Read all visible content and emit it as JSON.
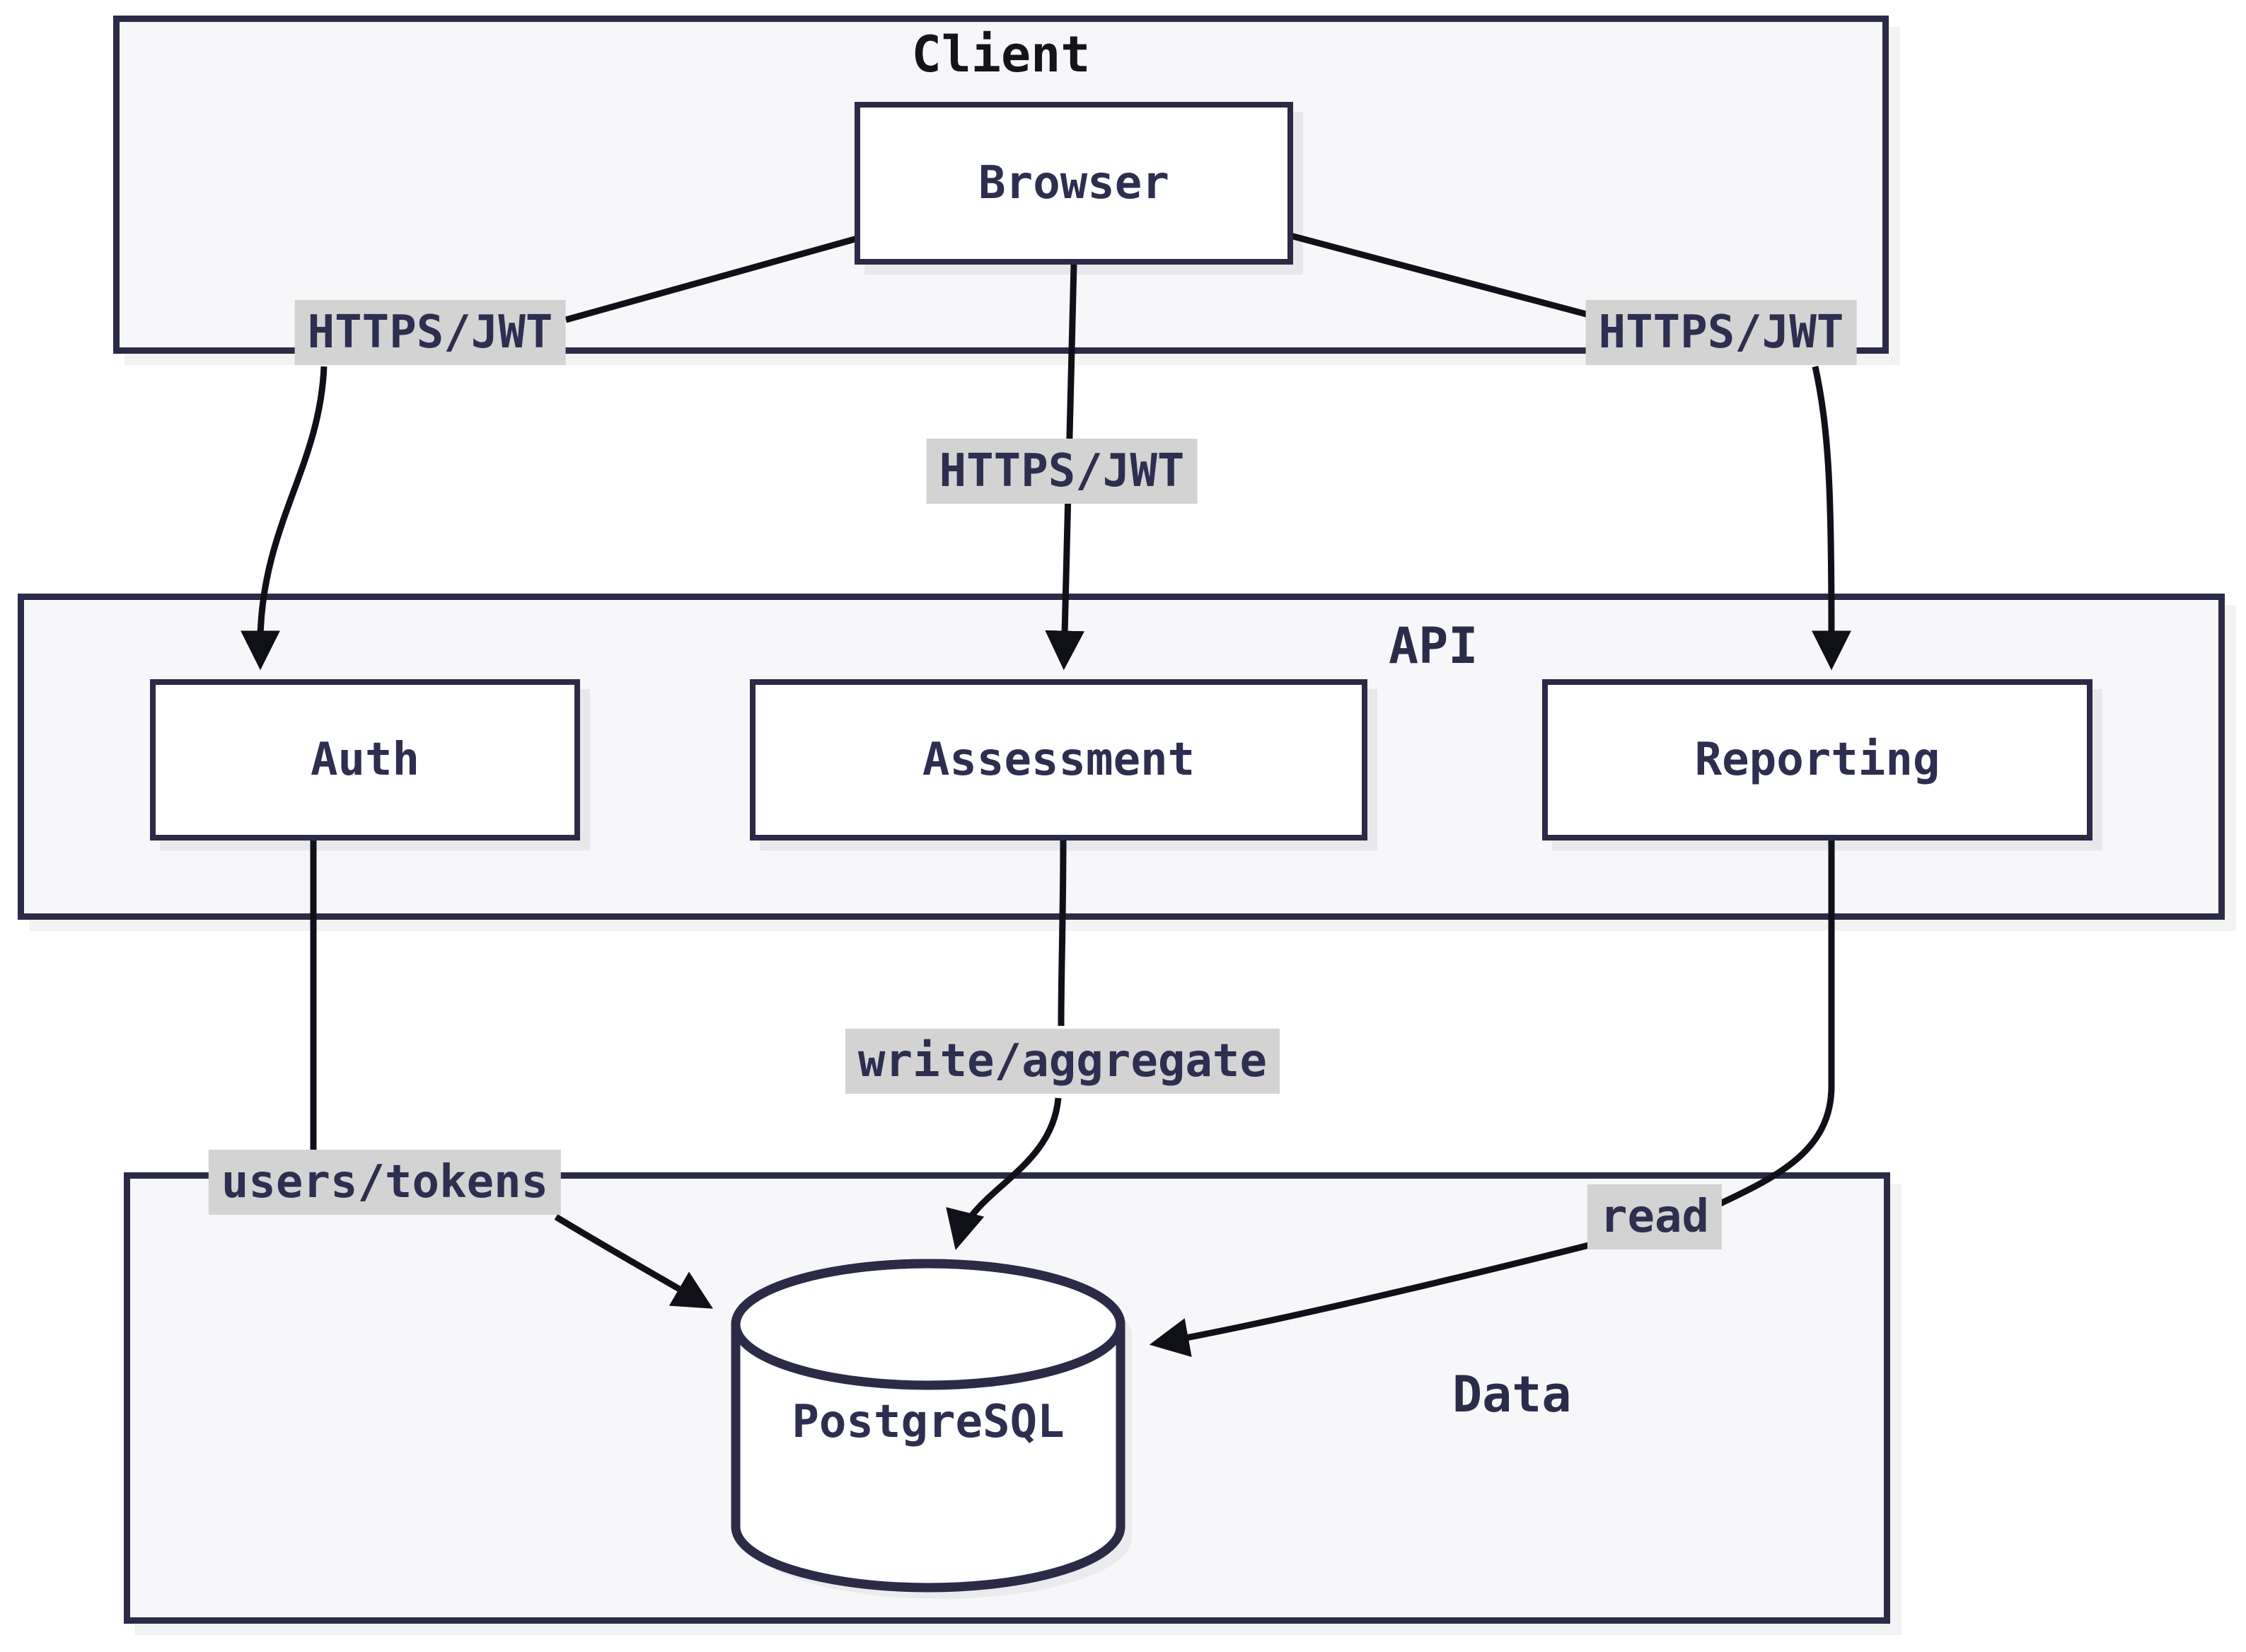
{
  "diagram": {
    "type": "architecture-flowchart",
    "clusters": [
      {
        "id": "client",
        "label": "Client"
      },
      {
        "id": "api",
        "label": "API"
      },
      {
        "id": "data",
        "label": "Data"
      }
    ],
    "nodes": [
      {
        "id": "browser",
        "label": "Browser",
        "shape": "rect",
        "cluster": "client"
      },
      {
        "id": "auth",
        "label": "Auth",
        "shape": "rect",
        "cluster": "api"
      },
      {
        "id": "assessment",
        "label": "Assessment",
        "shape": "rect",
        "cluster": "api"
      },
      {
        "id": "reporting",
        "label": "Reporting",
        "shape": "rect",
        "cluster": "api"
      },
      {
        "id": "postgresql",
        "label": "PostgreSQL",
        "shape": "cylinder",
        "cluster": "data"
      }
    ],
    "edges": [
      {
        "from": "browser",
        "to": "auth",
        "label": "HTTPS/JWT"
      },
      {
        "from": "browser",
        "to": "assessment",
        "label": "HTTPS/JWT"
      },
      {
        "from": "browser",
        "to": "reporting",
        "label": "HTTPS/JWT"
      },
      {
        "from": "auth",
        "to": "postgresql",
        "label": "users/tokens"
      },
      {
        "from": "assessment",
        "to": "postgresql",
        "label": "write/aggregate"
      },
      {
        "from": "reporting",
        "to": "postgresql",
        "label": "read"
      }
    ],
    "colors": {
      "page_background": "#ffffff",
      "cluster_fill": "#f7f7f9",
      "node_fill": "#ffffff",
      "border": "#2b2b47",
      "node_text": "#2e2e50",
      "edge_stroke": "#101018",
      "edge_label_background": "#d3d3d3"
    }
  }
}
